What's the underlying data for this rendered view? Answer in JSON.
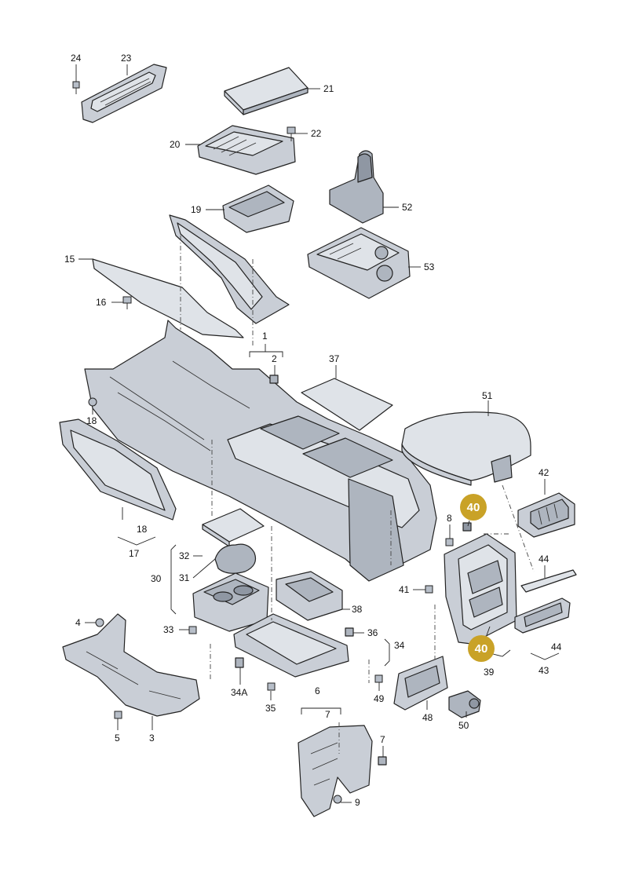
{
  "diagram": {
    "callouts": [
      {
        "key": "c24",
        "text": "24"
      },
      {
        "key": "c23",
        "text": "23"
      },
      {
        "key": "c21",
        "text": "21"
      },
      {
        "key": "c22",
        "text": "22"
      },
      {
        "key": "c20",
        "text": "20"
      },
      {
        "key": "c52",
        "text": "52"
      },
      {
        "key": "c19",
        "text": "19"
      },
      {
        "key": "c15",
        "text": "15"
      },
      {
        "key": "c53",
        "text": "53"
      },
      {
        "key": "c16",
        "text": "16"
      },
      {
        "key": "c1",
        "text": "1"
      },
      {
        "key": "c2",
        "text": "2"
      },
      {
        "key": "c37",
        "text": "37"
      },
      {
        "key": "c51",
        "text": "51"
      },
      {
        "key": "c18a",
        "text": "18"
      },
      {
        "key": "c18b",
        "text": "18"
      },
      {
        "key": "c17",
        "text": "17"
      },
      {
        "key": "c42",
        "text": "42"
      },
      {
        "key": "c8",
        "text": "8"
      },
      {
        "key": "c32",
        "text": "32"
      },
      {
        "key": "c30",
        "text": "30"
      },
      {
        "key": "c31",
        "text": "31"
      },
      {
        "key": "c44a",
        "text": "44"
      },
      {
        "key": "c41",
        "text": "41"
      },
      {
        "key": "c38",
        "text": "38"
      },
      {
        "key": "c4",
        "text": "4"
      },
      {
        "key": "c33",
        "text": "33"
      },
      {
        "key": "c36",
        "text": "36"
      },
      {
        "key": "c34",
        "text": "34"
      },
      {
        "key": "c44b",
        "text": "44"
      },
      {
        "key": "c39",
        "text": "39"
      },
      {
        "key": "c43",
        "text": "43"
      },
      {
        "key": "c34A",
        "text": "34A"
      },
      {
        "key": "c6",
        "text": "6"
      },
      {
        "key": "c49",
        "text": "49"
      },
      {
        "key": "c7a",
        "text": "7"
      },
      {
        "key": "c35",
        "text": "35"
      },
      {
        "key": "c48",
        "text": "48"
      },
      {
        "key": "c50",
        "text": "50"
      },
      {
        "key": "c5",
        "text": "5"
      },
      {
        "key": "c3",
        "text": "3"
      },
      {
        "key": "c7b",
        "text": "7"
      },
      {
        "key": "c9",
        "text": "9"
      }
    ],
    "highlights": [
      {
        "key": "h40a",
        "text": "40"
      },
      {
        "key": "h40b",
        "text": "40"
      }
    ],
    "colors": {
      "highlight": "#c9a227",
      "line": "#222222",
      "part_fill": "#dfe3e8"
    }
  }
}
